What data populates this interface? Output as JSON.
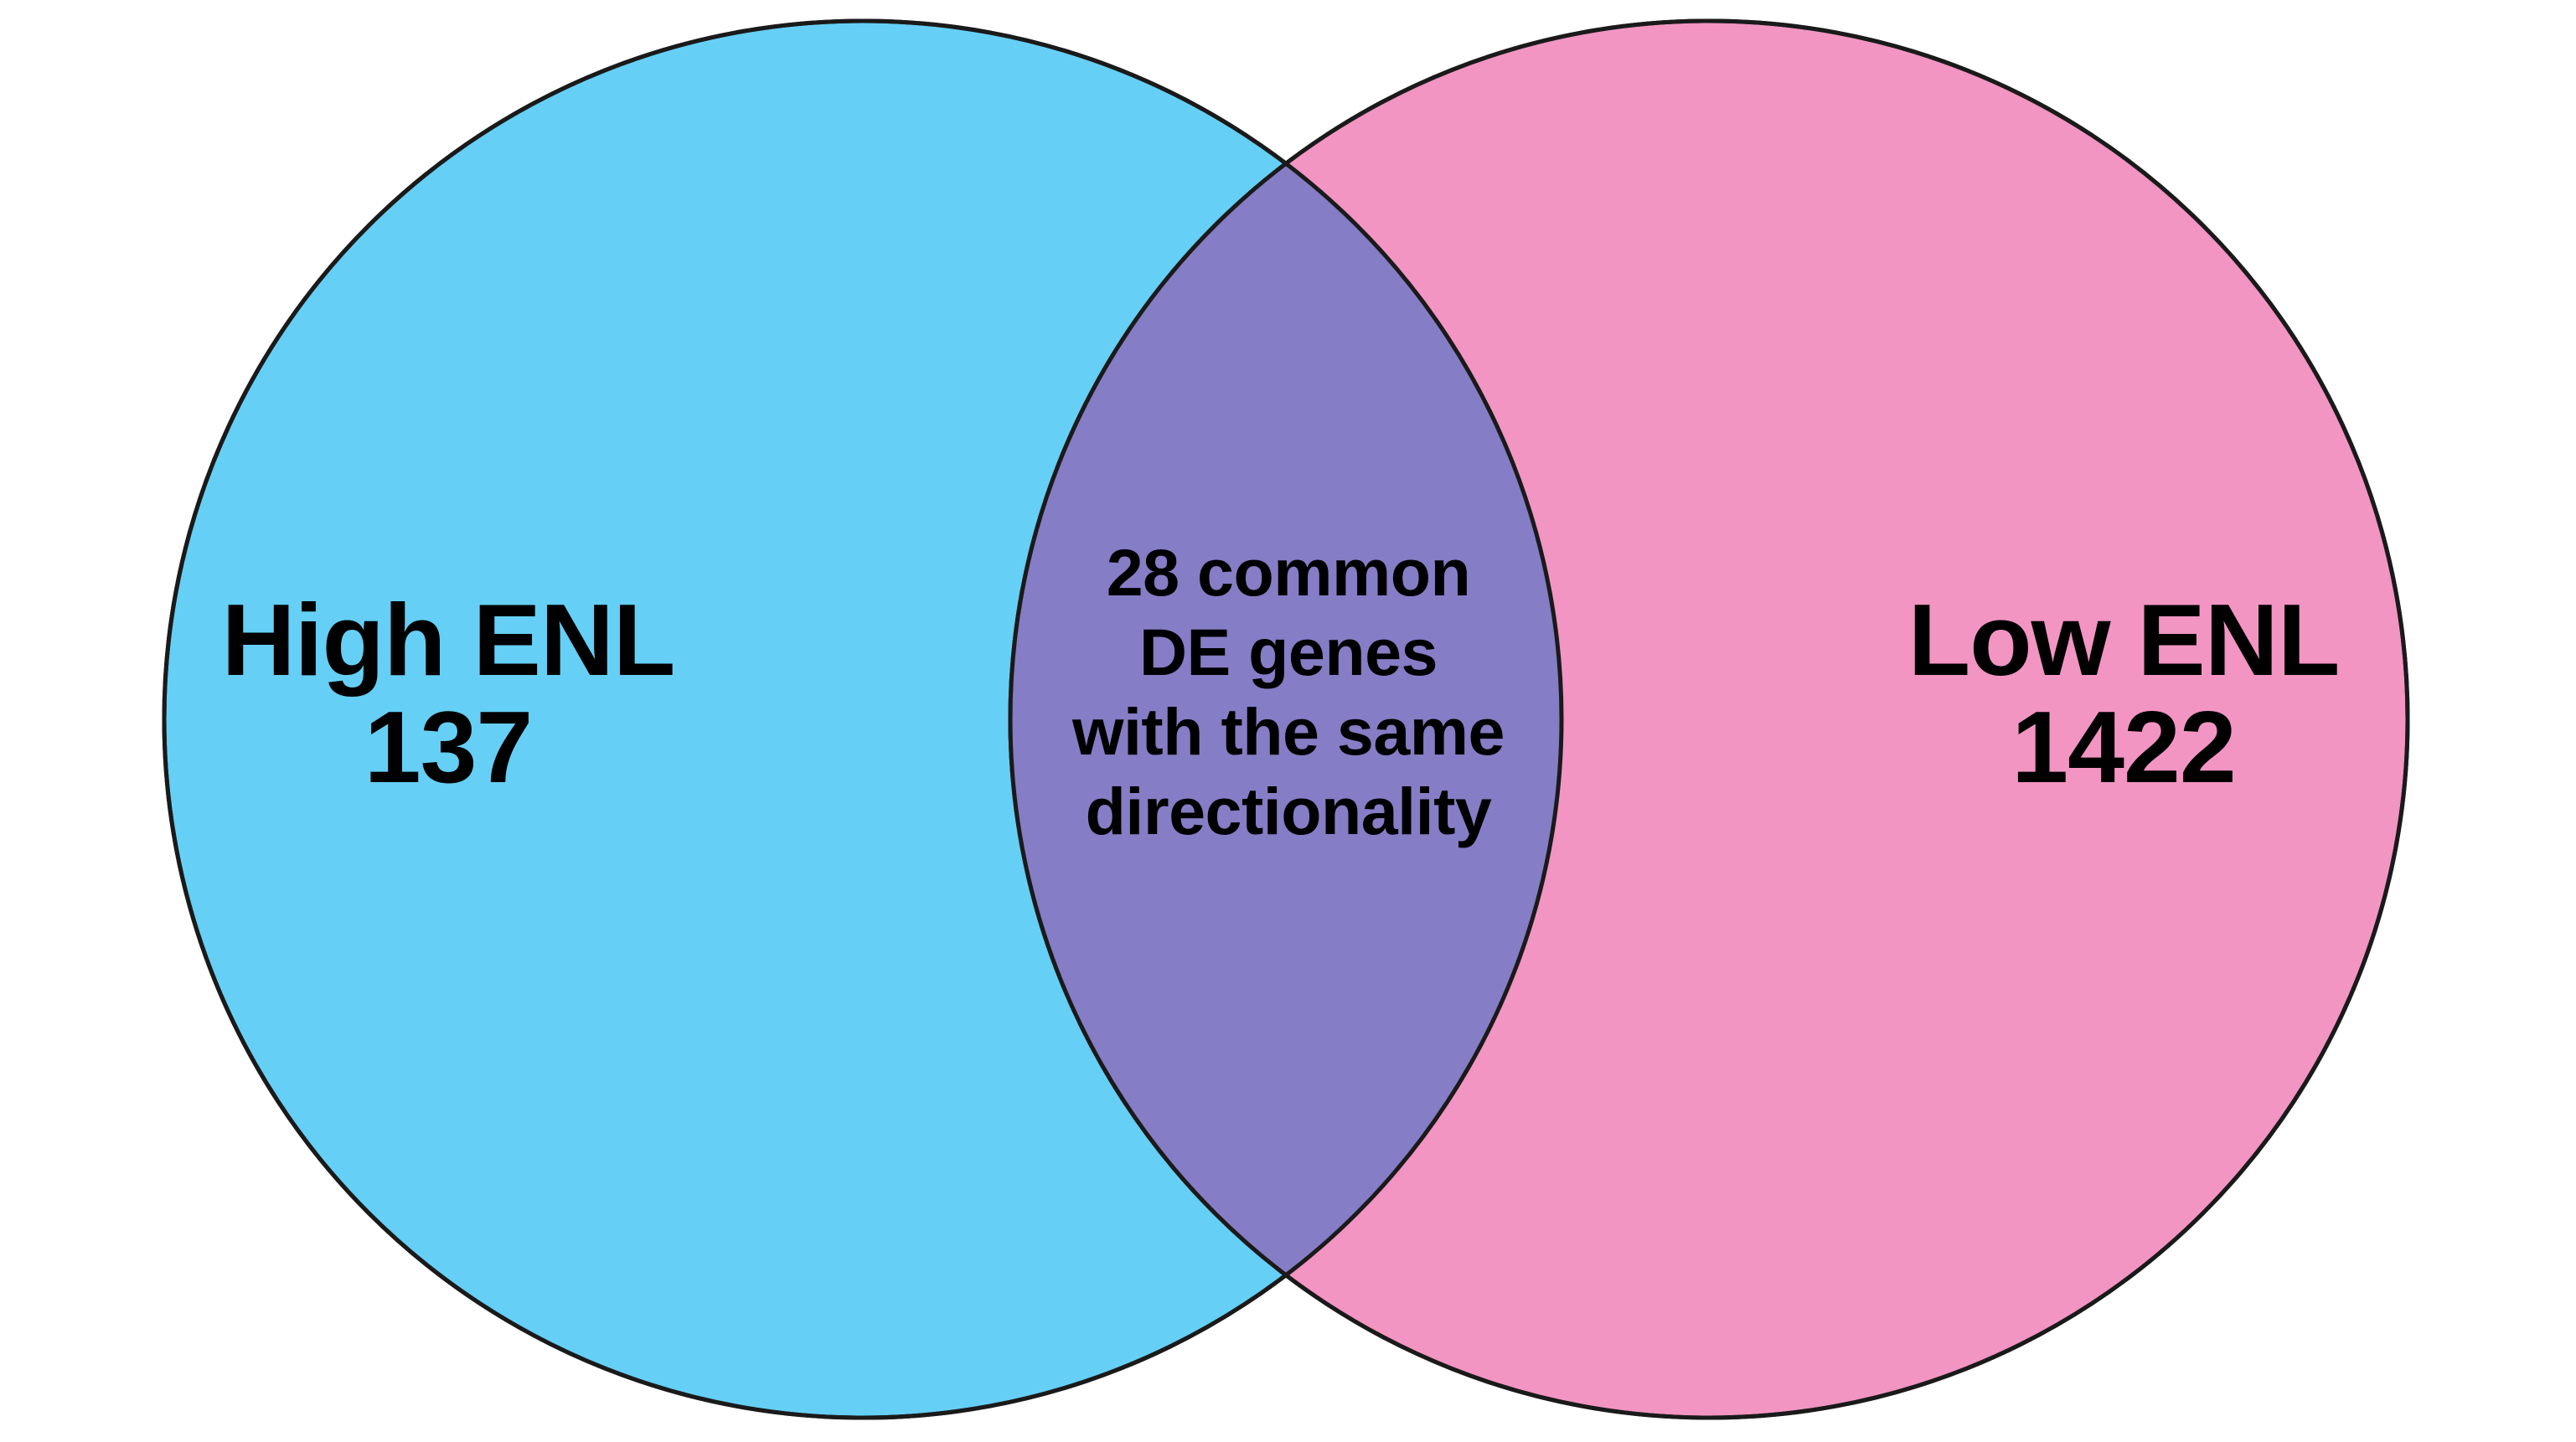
{
  "figure": {
    "type": "venn-diagram",
    "sets_count": 2,
    "background_color": "#ffffff",
    "stroke_color": "#1a1a1a"
  },
  "left_set": {
    "name": "High ENL",
    "count": "137",
    "fill_color": "#66cff5"
  },
  "right_set": {
    "name": "Low ENL",
    "count": "1422",
    "fill_color": "#f295c3"
  },
  "intersection": {
    "fill_color": "#857dc5",
    "line1": "28 common",
    "line2": "DE genes",
    "line3": "with the same",
    "line4": "directionality"
  },
  "chart_data": {
    "type": "venn",
    "title": "",
    "sets": [
      {
        "name": "High ENL",
        "label": "High ENL",
        "value": 137,
        "color": "#66cff5"
      },
      {
        "name": "Low ENL",
        "label": "Low ENL",
        "value": 1422,
        "color": "#f295c3"
      }
    ],
    "intersection": {
      "label": "28 common DE genes with the same directionality",
      "value": 28,
      "color": "#857dc5"
    },
    "annotations": [
      "28 common",
      "DE genes",
      "with the same",
      "directionality"
    ],
    "legend": "none",
    "grid": false
  }
}
